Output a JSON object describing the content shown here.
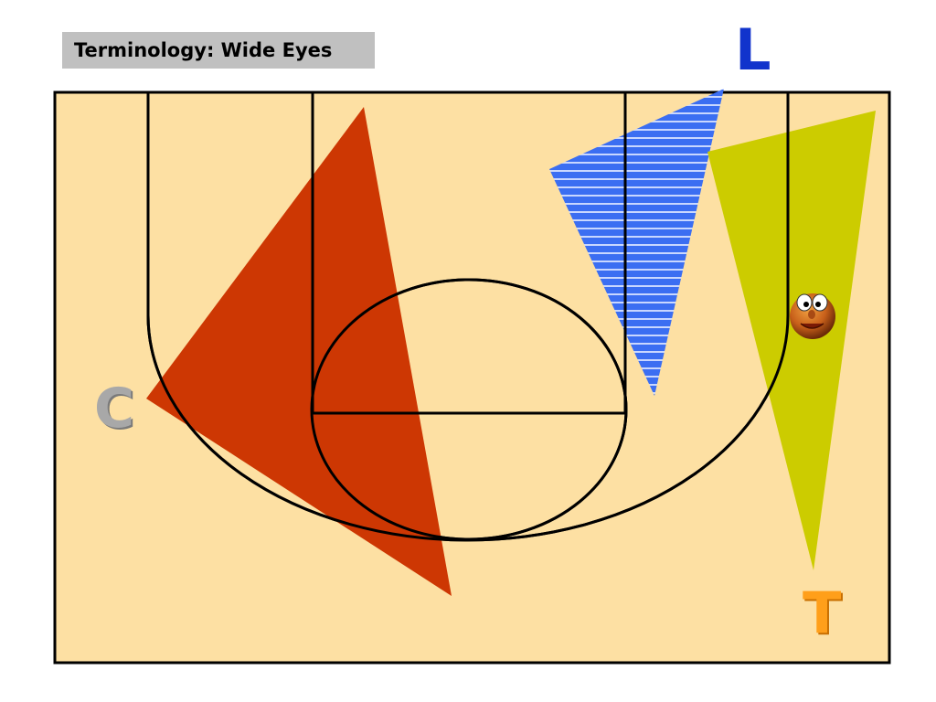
{
  "title": "Terminology: Wide Eyes",
  "labels": {
    "l": "L",
    "c": "C",
    "t": "T"
  },
  "colors": {
    "court_fill": "#fde0a3",
    "c_triangle": "#cc3300",
    "l_triangle": "#3b6ef2",
    "t_triangle": "#cccc00",
    "l_label": "#1133cc",
    "c_label": "#a8a8a8",
    "t_label": "#ff9f1a"
  },
  "icons": {
    "ball": "smiling-basketball-face-icon"
  }
}
